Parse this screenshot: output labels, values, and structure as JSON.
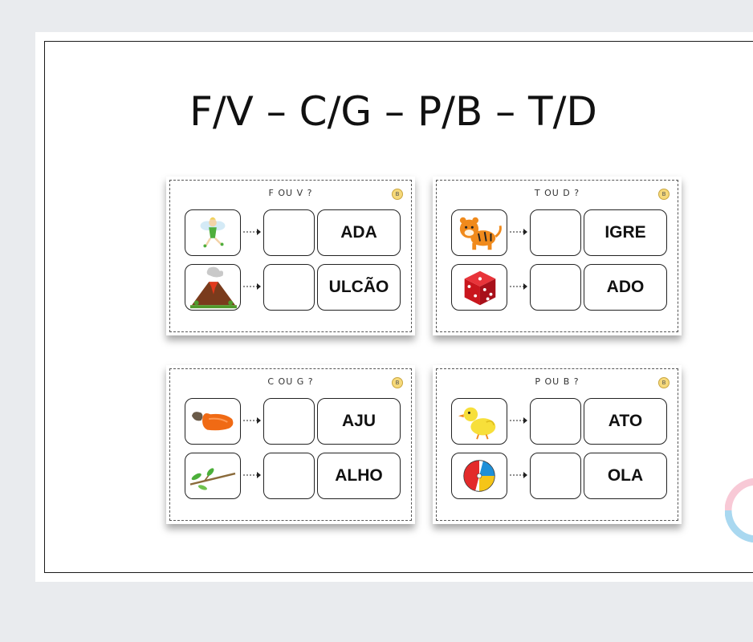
{
  "title": "F/V – C/G – P/B – T/D",
  "cards": [
    {
      "question": "F OU V ?",
      "logo": "B",
      "rows": [
        {
          "icon": "fairy-icon",
          "word": "ADA"
        },
        {
          "icon": "volcano-icon",
          "word": "ULCÃO"
        }
      ]
    },
    {
      "question": "T OU D ?",
      "logo": "B",
      "rows": [
        {
          "icon": "tiger-icon",
          "word": "IGRE"
        },
        {
          "icon": "dice-icon",
          "word": "ADO"
        }
      ]
    },
    {
      "question": "C OU G ?",
      "logo": "B",
      "rows": [
        {
          "icon": "cashew-icon",
          "word": "AJU"
        },
        {
          "icon": "twig-icon",
          "word": "ALHO"
        }
      ]
    },
    {
      "question": "P OU B ?",
      "logo": "B",
      "rows": [
        {
          "icon": "duckling-icon",
          "word": "ATO"
        },
        {
          "icon": "beach-ball-icon",
          "word": "OLA"
        }
      ]
    }
  ],
  "colors": {
    "background": "#e9ebee",
    "sheet": "#ffffff",
    "ink": "#111111"
  }
}
